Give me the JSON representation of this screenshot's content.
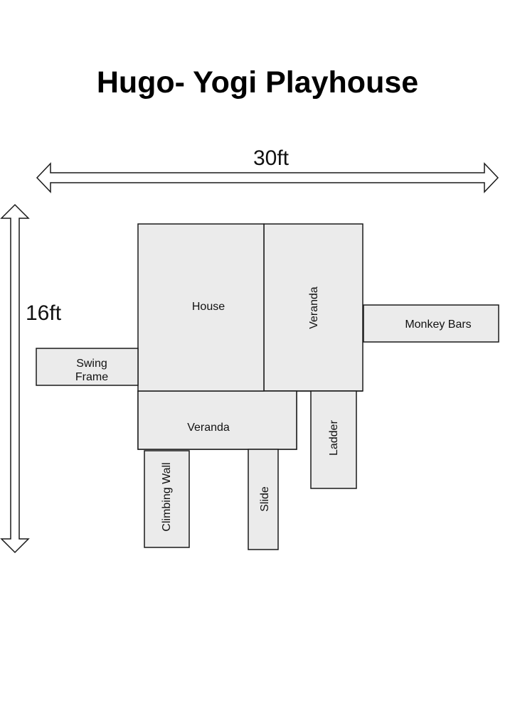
{
  "title": "Hugo- Yogi Playhouse",
  "dimensions": {
    "width_label": "30ft",
    "height_label": "16ft"
  },
  "components": {
    "house": "House",
    "veranda_right": "Veranda",
    "veranda_bottom": "Veranda",
    "monkey_bars": "Monkey Bars",
    "swing_frame_line1": "Swing",
    "swing_frame_line2": "Frame",
    "ladder": "Ladder",
    "climbing_wall": "Climbing Wall",
    "slide": "Slide"
  },
  "colors": {
    "fill": "#ebebeb",
    "stroke": "#1a1a1a"
  }
}
